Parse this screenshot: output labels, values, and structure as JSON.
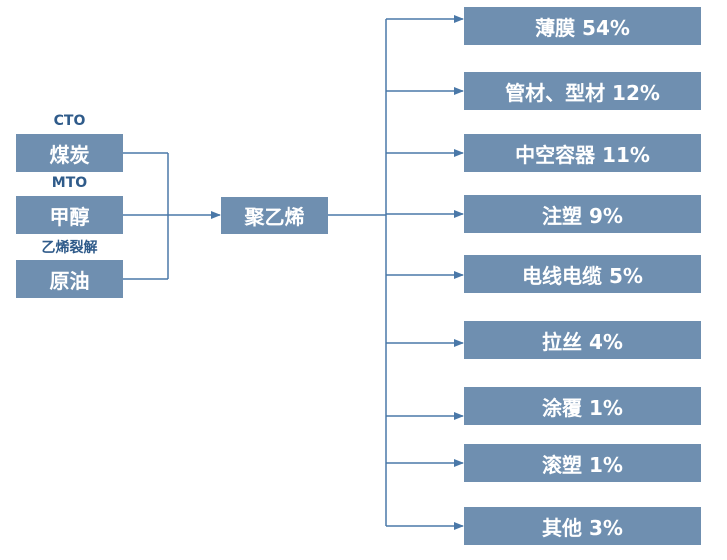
{
  "colors": {
    "box": "#6f8fb0",
    "box_text": "#ffffff",
    "line": "#4a78a8",
    "label": "#2f5b8a"
  },
  "sources": [
    {
      "process": "CTO",
      "name": "煤炭"
    },
    {
      "process": "MTO",
      "name": "甲醇"
    },
    {
      "process": "乙烯裂解",
      "name": "原油"
    }
  ],
  "center": {
    "name": "聚乙烯"
  },
  "uses": [
    {
      "label": "薄膜 54%"
    },
    {
      "label": "管材、型材 12%"
    },
    {
      "label": "中空容器 11%"
    },
    {
      "label": "注塑 9%"
    },
    {
      "label": "电线电缆 5%"
    },
    {
      "label": "拉丝 4%"
    },
    {
      "label": "涂覆 1%"
    },
    {
      "label": "滚塑 1%"
    },
    {
      "label": "其他 3%"
    }
  ]
}
